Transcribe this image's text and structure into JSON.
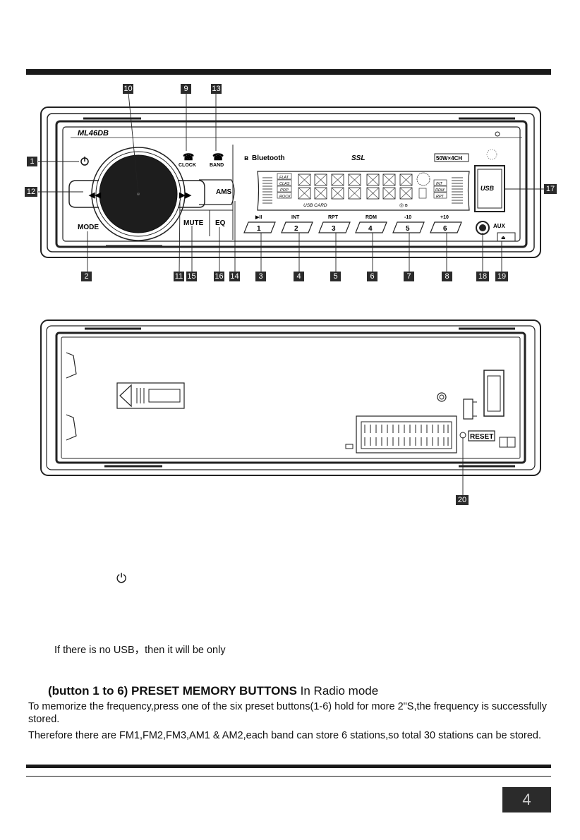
{
  "front_panel": {
    "model": "ML46DB",
    "brand": "SSL",
    "bluetooth_label": "Bluetooth",
    "power_badge": "50W×4CH",
    "usb_label": "USB",
    "aux_label": "AUX",
    "buttons": {
      "mode": "MODE",
      "ams": "AMS",
      "mute": "MUTE",
      "eq": "EQ",
      "clock": "CLOCK",
      "band": "BAND"
    },
    "preset_buttons": [
      {
        "number": "1",
        "label": "▶II"
      },
      {
        "number": "2",
        "label": "INT"
      },
      {
        "number": "3",
        "label": "RPT"
      },
      {
        "number": "4",
        "label": "RDM"
      },
      {
        "number": "5",
        "label": "-10"
      },
      {
        "number": "6",
        "label": "+10"
      }
    ],
    "display": {
      "eq_left": [
        "FLAT",
        "CLAS",
        "POP",
        "ROCK"
      ],
      "eq_right": [
        "INT",
        "RDM",
        "RPT"
      ],
      "bottom": "USB   CARD"
    }
  },
  "callouts": {
    "c1": "1",
    "c2": "2",
    "c3": "3",
    "c4": "4",
    "c5": "5",
    "c6": "6",
    "c7": "7",
    "c8": "8",
    "c9": "9",
    "c10": "10",
    "c11": "11",
    "c12": "12",
    "c13": "13",
    "c14": "14",
    "c15": "15",
    "c16": "16",
    "c17": "17",
    "c18": "18",
    "c19": "19",
    "c20": "20"
  },
  "back_panel": {
    "reset_label": "RESET"
  },
  "body_text": {
    "no_usb_line": "If there is no USB，then it will be only",
    "preset_heading_bold": "(button 1 to 6) PRESET MEMORY BUTTONS",
    "preset_heading_rest": " In Radio mode",
    "para1": "To memorize the frequency,press one of the six preset buttons(1-6) hold for more  2\"S,the frequency is successfully stored.",
    "para2": "Therefore there are FM1,FM2,FM3,AM1 & AM2,each band can store 6 stations,so total  30 stations can be stored."
  },
  "page_number": "4"
}
